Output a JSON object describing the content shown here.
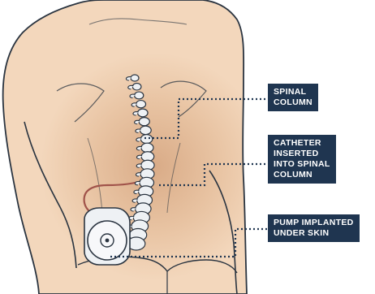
{
  "labels": {
    "spinal_column": "SPINAL\nCOLUMN",
    "catheter": "CATHETER\nINSERTED\nINTO SPINAL\nCOLUMN",
    "pump": "PUMP IMPLANTED\nUNDER SKIN"
  },
  "colors": {
    "skin": "#f1d3b6",
    "skin_center_glow": "#d9b08e",
    "outline": "#2a3440",
    "vertebra": "#eef1f4",
    "catheter": "#a0534a",
    "label_bg": "#1f3550",
    "label_text": "#ffffff"
  }
}
